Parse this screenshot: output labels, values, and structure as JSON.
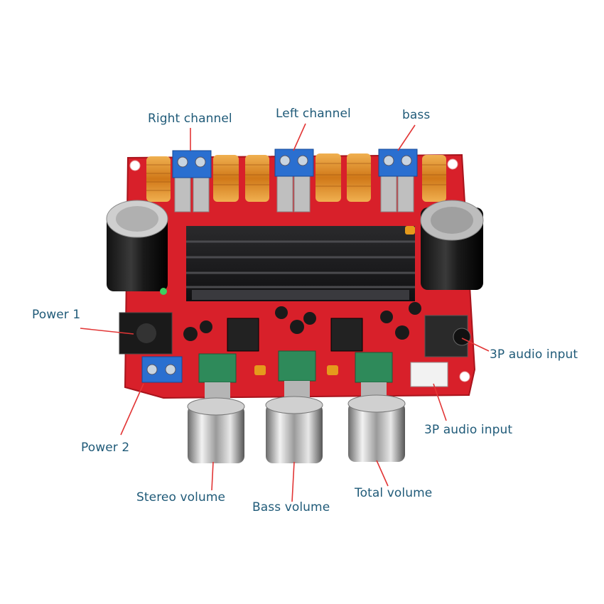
{
  "labels": {
    "right_channel": "Right channel",
    "left_channel": "Left channel",
    "bass": "bass",
    "power_1": "Power 1",
    "power_2": "Power 2",
    "audio_input_3p_a": "3P audio input",
    "audio_input_3p_b": "3P audio input",
    "stereo_volume": "Stereo volume",
    "bass_volume": "Bass volume",
    "total_volume": "Total volume"
  },
  "colors": {
    "pcb": "#d8202a",
    "pcb_edge": "#a8141c",
    "terminal": "#2a6fd0",
    "pot": "#2e8a5a",
    "heatsink": "#1c1c1e",
    "coil": "#e0902c",
    "label_text": "#1f5a78",
    "leader_line": "#e23636"
  }
}
